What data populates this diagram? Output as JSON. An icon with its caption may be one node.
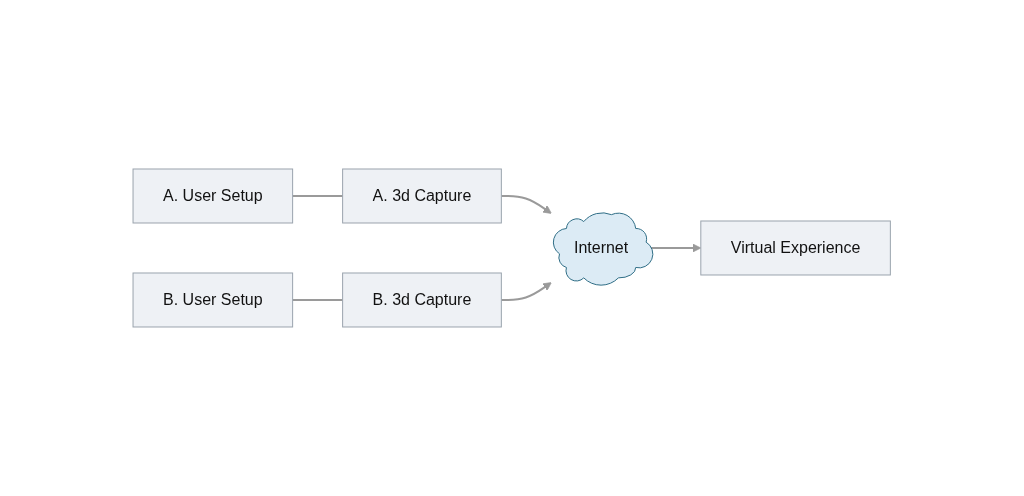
{
  "diagram": {
    "nodes": [
      {
        "text": [
          "A. User Setup"
        ]
      },
      {
        "text": [
          "A. 3d Capture"
        ]
      },
      {
        "text": [
          "Internet"
        ]
      },
      {
        "text": [
          "B. 3d Capture"
        ]
      },
      {
        "text": [
          "B. User Setup"
        ]
      },
      {
        "text": [
          "Virtual  Experience"
        ]
      }
    ],
    "edges": [
      {
        "from": 0,
        "to": 1,
        "arrow": "none"
      },
      {
        "from": 1,
        "to": 2,
        "arrow": "to"
      },
      {
        "from": 4,
        "to": 3,
        "arrow": "none"
      },
      {
        "from": 3,
        "to": 2,
        "arrow": "to"
      },
      {
        "from": 2,
        "to": 5,
        "arrow": "to"
      }
    ]
  }
}
